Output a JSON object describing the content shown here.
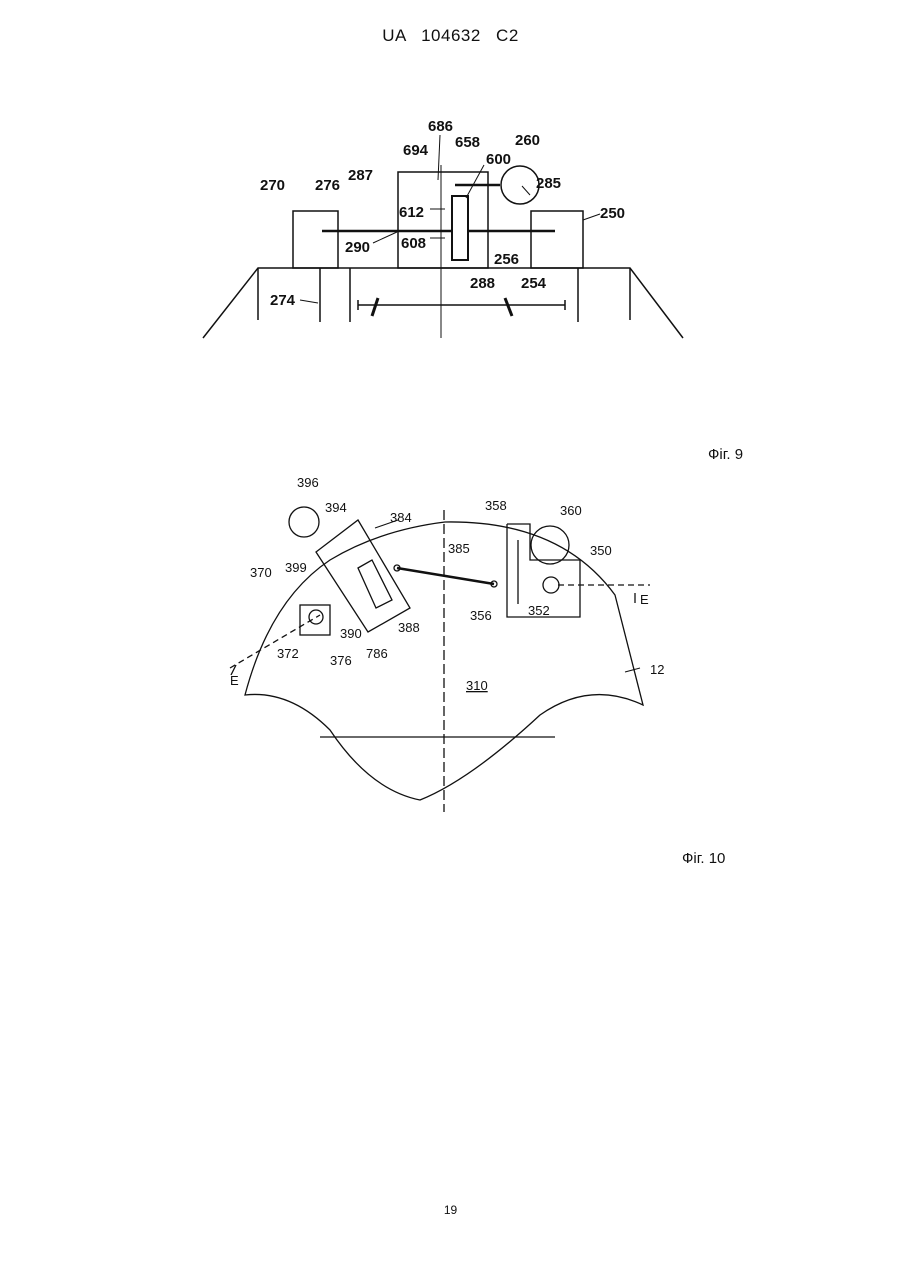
{
  "header": {
    "text": "UA   104632   C2"
  },
  "figure9": {
    "caption": "Фіг. 9",
    "labels": [
      "686",
      "694",
      "658",
      "260",
      "600",
      "270",
      "276",
      "287",
      "285",
      "250",
      "612",
      "608",
      "290",
      "256",
      "288",
      "254",
      "274"
    ]
  },
  "figure10": {
    "caption": "Фіг. 10",
    "labels": [
      "396",
      "394",
      "384",
      "358",
      "360",
      "385",
      "350",
      "370",
      "399",
      "356",
      "352",
      "E",
      "388",
      "390",
      "786",
      "376",
      "372",
      "E",
      "12",
      "310"
    ]
  },
  "footer": {
    "page_number": "19"
  }
}
